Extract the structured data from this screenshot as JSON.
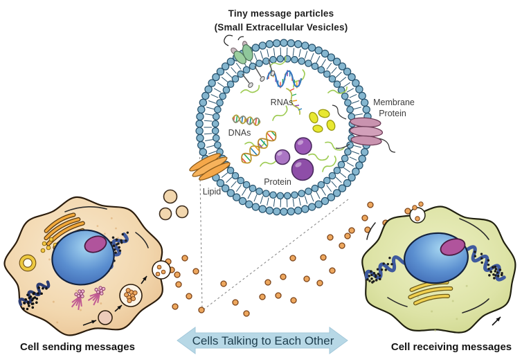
{
  "title": {
    "line1": "Tiny message particles",
    "line2": "(Small Extracellular Vesicles)"
  },
  "vesicle": {
    "labels": {
      "rnas": "RNAs",
      "dnas": "DNAs",
      "protein": "Protein",
      "lipid": "Lipid",
      "membrane_protein_line1": "Membrane",
      "membrane_protein_line2": "Protein"
    }
  },
  "cells": {
    "sending": {
      "label": "Cell sending messages"
    },
    "receiving": {
      "label": "Cell receiving messages"
    }
  },
  "arrow": {
    "label": "Cells Talking to Each Other"
  },
  "colors": {
    "membrane_bead": "#85b6cf",
    "membrane_outline": "#25506b",
    "sending_cell": "#f2d7ae",
    "receiving_cell": "#dde3a6",
    "nucleus_blue": "#5b8fd0",
    "nucleolus_purple": "#b0549c",
    "vesicle_dot": "#eda75e",
    "vesicle_dot_outline": "#7a4218",
    "arrow_fill": "#b7d8e6",
    "golgi_orange": "#f2a93b",
    "golgi_yellow": "#f0d050",
    "er_blue": "#3f5a9e",
    "lipid_orange": "#f5a84a",
    "membrane_protein_pink": "#c993af",
    "protein_purple": "#9b59b6",
    "rna_green": "#9fcc55",
    "cargo_yellow": "#e8e831"
  }
}
